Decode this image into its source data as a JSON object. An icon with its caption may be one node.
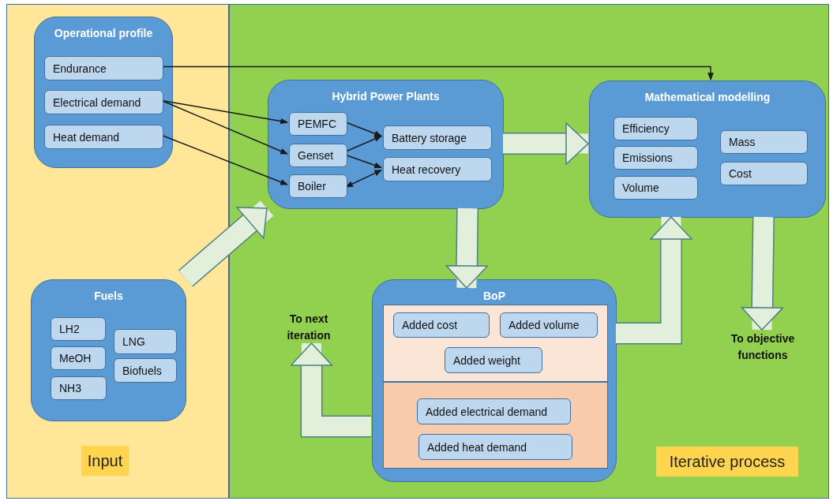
{
  "diagram": {
    "nodes": [
      {
        "text": [
          "Input"
        ]
      },
      {
        "text": [
          "Operational profile"
        ],
        "in": 0
      },
      {
        "text": [
          "Endurance"
        ],
        "in": 1
      },
      {
        "text": [
          "Electrical demand"
        ],
        "in": 1
      },
      {
        "text": [
          "Heat demand"
        ],
        "in": 1
      },
      {
        "text": [
          "Fuels"
        ],
        "in": 0
      },
      {
        "text": [
          "LH2"
        ],
        "in": 5
      },
      {
        "text": [
          "MeOH"
        ],
        "in": 5
      },
      {
        "text": [
          "NH3"
        ],
        "in": 5
      },
      {
        "text": [
          "LNG"
        ],
        "in": 5
      },
      {
        "text": [
          "Biofuels"
        ],
        "in": 5
      },
      {
        "text": [
          "Iterative process"
        ]
      },
      {
        "text": [
          "Hybrid Power Plants"
        ],
        "in": 11
      },
      {
        "text": [
          "PEMFC"
        ],
        "in": 12
      },
      {
        "text": [
          "Genset"
        ],
        "in": 12
      },
      {
        "text": [
          "Boiler"
        ],
        "in": 12
      },
      {
        "text": [
          "Battery storage"
        ],
        "in": 12
      },
      {
        "text": [
          "Heat recovery"
        ],
        "in": 12
      },
      {
        "text": [
          "Mathematical modelling"
        ],
        "in": 11
      },
      {
        "text": [
          "Efficiency"
        ],
        "in": 18
      },
      {
        "text": [
          "Emissions"
        ],
        "in": 18
      },
      {
        "text": [
          "Volume"
        ],
        "in": 18
      },
      {
        "text": [
          "Mass"
        ],
        "in": 18
      },
      {
        "text": [
          "Cost"
        ],
        "in": 18
      },
      {
        "text": [
          "BoP"
        ],
        "in": 11
      },
      {
        "text": [],
        "shape": "box",
        "in": 24
      },
      {
        "text": [
          "Added cost"
        ],
        "in": 25
      },
      {
        "text": [
          "Added volume"
        ],
        "in": 25
      },
      {
        "text": [
          "Added weight"
        ],
        "in": 25
      },
      {
        "text": [],
        "shape": "box",
        "in": 24
      },
      {
        "text": [
          "Added electrical demand"
        ],
        "in": 29
      },
      {
        "text": [
          "Added heat demand"
        ],
        "in": 29
      },
      {
        "text": [
          "To next iteration"
        ],
        "in": 11
      },
      {
        "text": [
          "To objective functions"
        ],
        "in": 11
      }
    ],
    "edges": [
      {
        "from": 2,
        "to": 18,
        "arrow": "to"
      },
      {
        "from": 3,
        "to": 13,
        "arrow": "to"
      },
      {
        "from": 3,
        "to": 14,
        "arrow": "to"
      },
      {
        "from": 4,
        "to": 15,
        "arrow": "to"
      },
      {
        "from": 13,
        "to": 16,
        "arrow": "to"
      },
      {
        "from": 14,
        "to": 16,
        "arrow": "to"
      },
      {
        "from": 14,
        "to": 17,
        "arrow": "to"
      },
      {
        "from": 15,
        "to": 17,
        "arrow": "both"
      },
      {
        "from": 5,
        "to": 12,
        "arrow": "to",
        "style": "thick",
        "color": "#e2efda"
      },
      {
        "from": 12,
        "to": 18,
        "arrow": "to",
        "style": "thick",
        "color": "#e2efda"
      },
      {
        "from": 12,
        "to": 24,
        "arrow": "to",
        "style": "thick",
        "color": "#e2efda"
      },
      {
        "from": 24,
        "to": 18,
        "arrow": "to",
        "style": "thick",
        "color": "#e2efda"
      },
      {
        "from": 24,
        "to": 32,
        "arrow": "to",
        "style": "thick",
        "color": "#e2efda"
      },
      {
        "from": 18,
        "to": 33,
        "arrow": "to",
        "style": "thick",
        "color": "#e2efda"
      }
    ]
  }
}
